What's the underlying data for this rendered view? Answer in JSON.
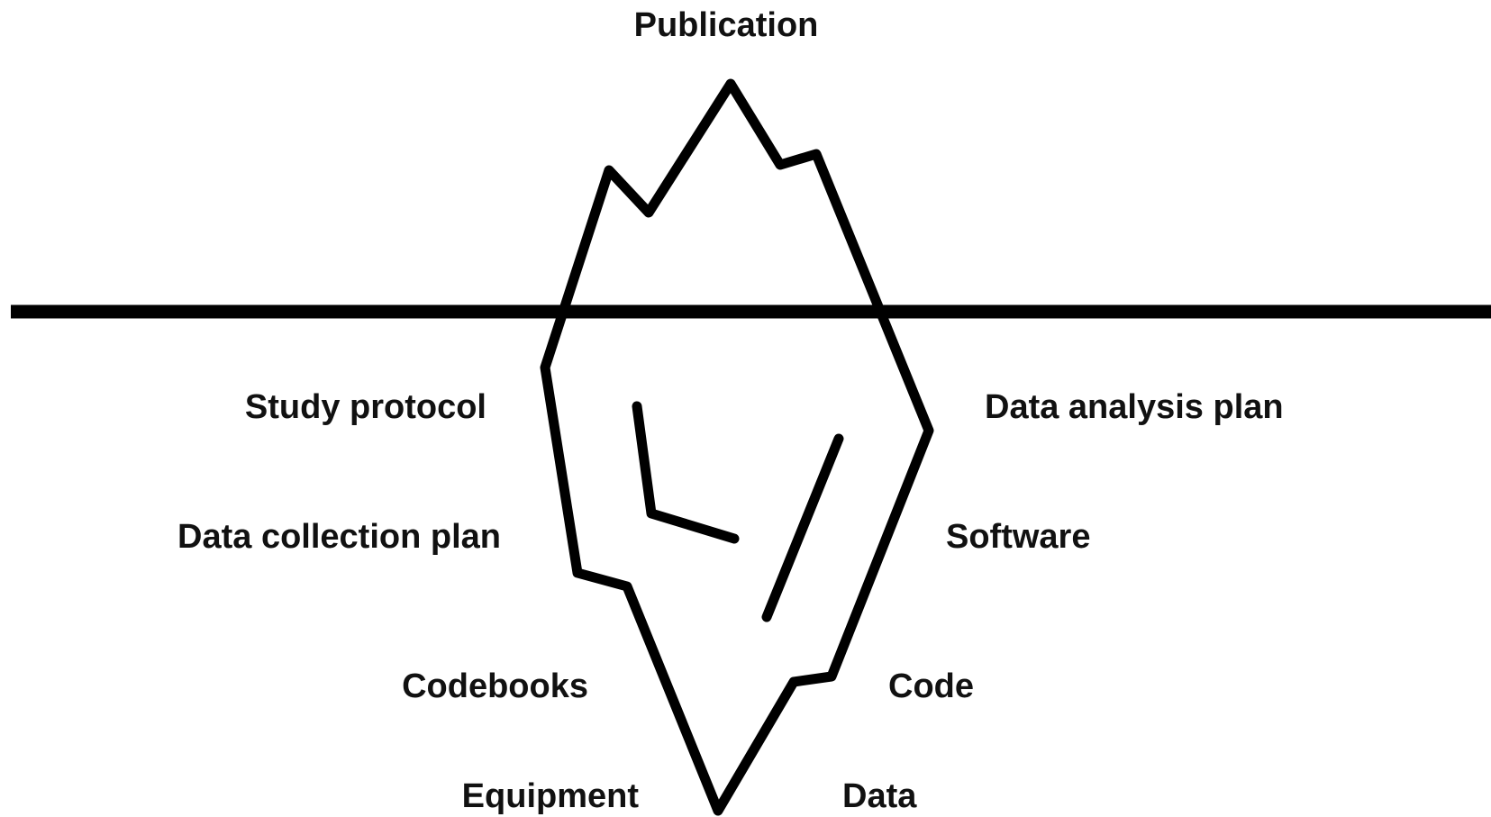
{
  "diagram": {
    "top_label": "Publication",
    "left_labels": [
      "Study protocol",
      "Data collection plan",
      "Codebooks",
      "Equipment"
    ],
    "right_labels": [
      "Data analysis plan",
      "Software",
      "Code",
      "Data"
    ],
    "colors": {
      "line": "#000000",
      "text": "#111111",
      "background": "#ffffff"
    }
  }
}
